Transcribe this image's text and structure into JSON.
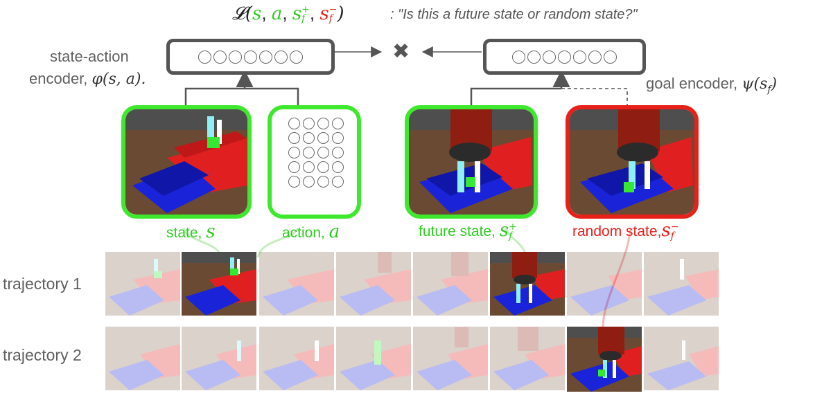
{
  "loss": {
    "formula_L": "𝓛(",
    "formula_s": "s",
    "formula_comma1": ", ",
    "formula_a": "a",
    "formula_comma2": ", ",
    "formula_sfp": "s",
    "formula_sfp_sup": "+",
    "formula_sfp_sub": "f",
    "formula_comma3": ", ",
    "formula_sfm": "s",
    "formula_sfm_sup": "−",
    "formula_sfm_sub": "f",
    "formula_close": ")",
    "question": ": \"Is this a future state or random state?\""
  },
  "state_action_encoder": {
    "line1": "state-action",
    "line2_text": "encoder, ",
    "line2_math": "φ(s, a)."
  },
  "goal_encoder": {
    "text": "goal encoder, ",
    "math": "ψ(s",
    "math_sub": "f",
    "math_close": ")"
  },
  "cards": {
    "state_text": "state, ",
    "state_math": "s",
    "action_text": "action, ",
    "action_math": "a",
    "future_text": "future state, ",
    "future_math": "s",
    "future_sup": "+",
    "future_sub": "f",
    "random_text": "random state,",
    "random_math": "s",
    "random_sup": "−",
    "random_sub": "f"
  },
  "trajectories": {
    "row1": "trajectory 1",
    "row2": "trajectory 2"
  },
  "symbols": {
    "cross": "✖"
  },
  "colors": {
    "positive": "#2ecc1f",
    "negative": "#e8201a",
    "encoder_border": "#555555"
  }
}
